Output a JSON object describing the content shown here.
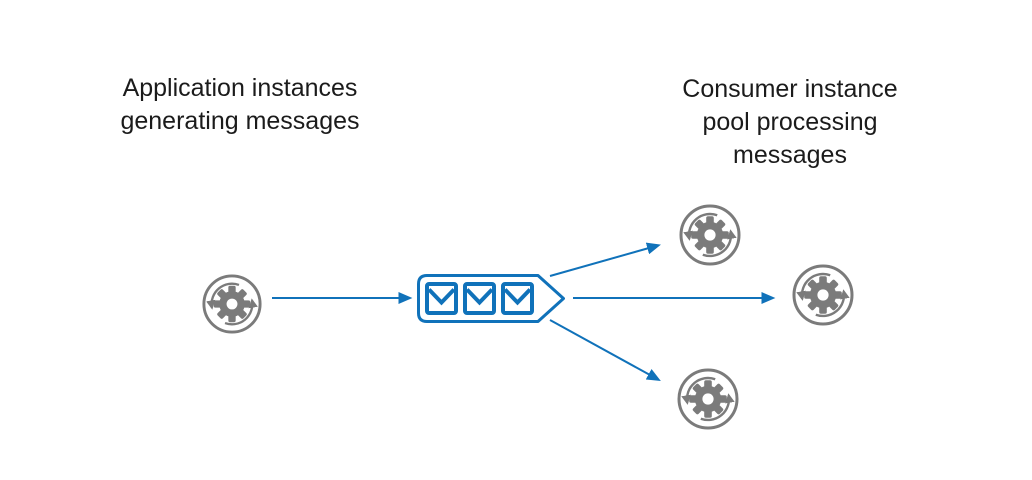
{
  "diagram": {
    "producer_label": "Application instances\ngenerating messages",
    "consumer_label": "Consumer instance\npool processing\nmessages",
    "producer_count": 1,
    "consumer_count": 3,
    "queue": {
      "message_count": 3
    },
    "icons": {
      "producer": "process-gear-icon",
      "queue": "message-queue-icon",
      "message": "envelope-icon",
      "consumer": "process-gear-icon"
    },
    "colors": {
      "flow_blue": "#1072ba",
      "gear_gray": "#7b7b7b",
      "text": "#1b1b1b",
      "background": "#ffffff"
    }
  }
}
